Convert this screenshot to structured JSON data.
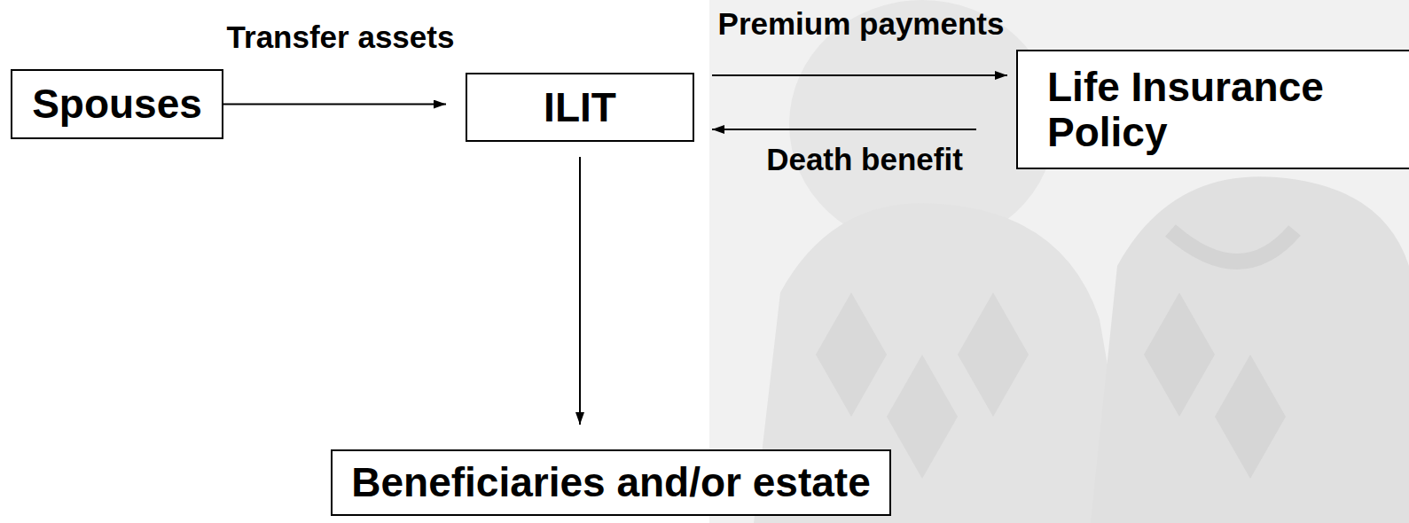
{
  "diagram": {
    "nodes": [
      {
        "text": [
          "Spouses"
        ]
      },
      {
        "text": [
          "ILIT"
        ]
      },
      {
        "text": [
          "Life Insurance Policy"
        ]
      },
      {
        "text": [
          "Beneficiaries and/or estate"
        ]
      }
    ],
    "edges": [
      {
        "from": 0,
        "to": 1,
        "label": "Transfer assets",
        "arrow": "to"
      },
      {
        "from": 1,
        "to": 2,
        "label": "Premium payments",
        "arrow": "to"
      },
      {
        "from": 2,
        "to": 1,
        "label": "Death benefit",
        "arrow": "to"
      },
      {
        "from": 1,
        "to": 3,
        "arrow": "to"
      }
    ]
  }
}
